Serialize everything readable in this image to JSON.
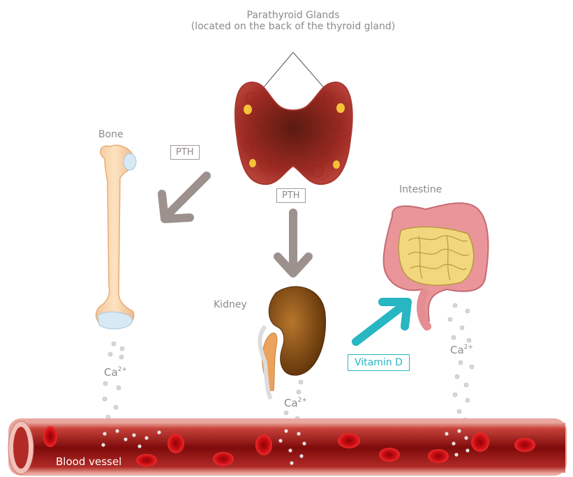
{
  "title_line1": "Parathyroid Glands",
  "title_line2": "(located on the back of the thyroid gland)",
  "bone_label": "Bone",
  "kidney_label": "Kidney",
  "intestine_label": "Intestine",
  "pth_bone": "PTH",
  "pth_kidney": "PTH",
  "vitamin_d": "Vitamin D",
  "ca_text": "Ca",
  "ca_charge": "2+",
  "blood_vessel_label": "Blood vessel",
  "colors": {
    "arrow_gray": "#9c918d",
    "arrow_teal": "#27b6c2",
    "vessel_dark": "#7a0a0a",
    "cell_red": "#d9141a"
  }
}
